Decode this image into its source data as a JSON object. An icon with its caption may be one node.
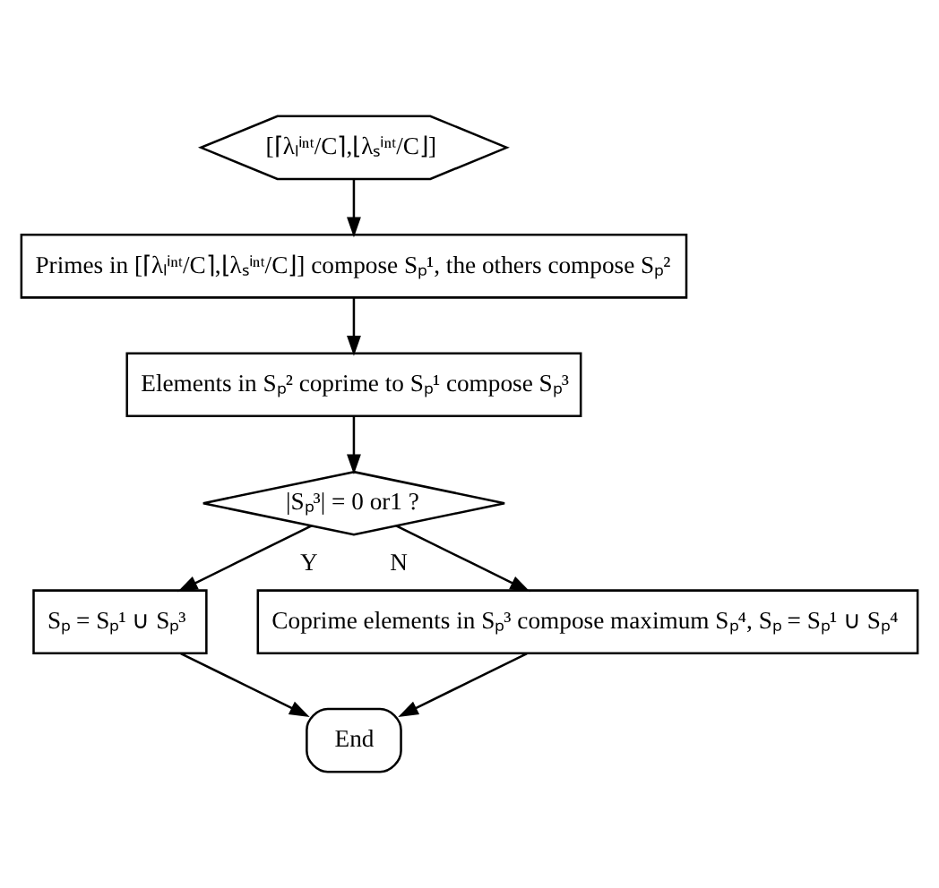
{
  "diagram": {
    "nodes": [
      {
        "text": [
          "[⌈λₗⁱⁿᵗ/C⌉,⌊λₛⁱⁿᵗ/C⌋]"
        ]
      },
      {
        "text": [
          "Primes in [⌈λₗⁱⁿᵗ/C⌉,⌊λₛⁱⁿᵗ/C⌋] compose Sₚ¹, the others compose Sₚ²"
        ]
      },
      {
        "text": [
          "Elements in Sₚ² coprime to Sₚ¹ compose Sₚ³"
        ]
      },
      {
        "text": [
          "|Sₚ³| = 0 or1 ?"
        ]
      },
      {
        "text": [
          "Sₚ = Sₚ¹ ∪ Sₚ³"
        ]
      },
      {
        "text": [
          "Coprime elements in Sₚ³ compose maximum Sₚ⁴, Sₚ = Sₚ¹ ∪ Sₚ⁴"
        ]
      },
      {
        "text": [
          "End"
        ]
      }
    ],
    "edges": [
      {
        "from": 0,
        "to": 1,
        "arrow": "to"
      },
      {
        "from": 1,
        "to": 2,
        "arrow": "to"
      },
      {
        "from": 2,
        "to": 3,
        "arrow": "to"
      },
      {
        "from": 3,
        "to": 4,
        "arrow": "to",
        "label": "Y"
      },
      {
        "from": 3,
        "to": 5,
        "arrow": "to",
        "label": "N"
      },
      {
        "from": 4,
        "to": 6,
        "arrow": "to"
      },
      {
        "from": 5,
        "to": 6,
        "arrow": "to"
      }
    ]
  }
}
